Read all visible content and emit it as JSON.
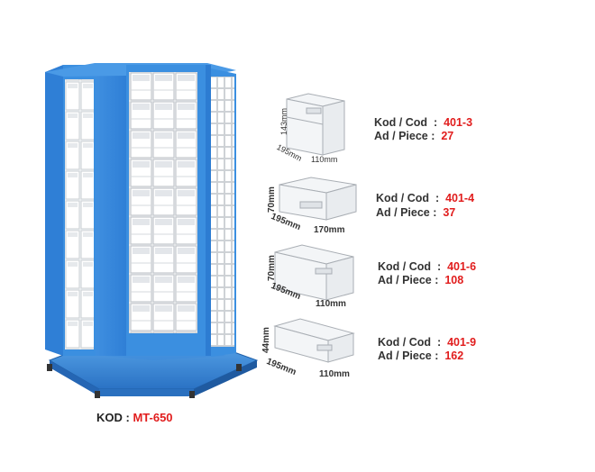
{
  "product": {
    "model_label": "KOD :",
    "model_code": "MT-650",
    "colors": {
      "cabinet_blue": "#3b8fe0",
      "cabinet_dark": "#2a6fc0",
      "accent_red": "#e11d1d"
    }
  },
  "drawers": [
    {
      "code_label": "Kod / Cod",
      "code": "401-3",
      "piece_label": "Ad / Piece",
      "piece": "27",
      "dims": {
        "height": "143mm",
        "depth": "195mm",
        "width": "110mm"
      }
    },
    {
      "code_label": "Kod / Cod",
      "code": "401-4",
      "piece_label": "Ad / Piece",
      "piece": "37",
      "dims": {
        "height": "70mm",
        "depth": "195mm",
        "width": "170mm"
      }
    },
    {
      "code_label": "Kod / Cod",
      "code": "401-6",
      "piece_label": "Ad / Piece",
      "piece": "108",
      "dims": {
        "height": "70mm",
        "depth": "195mm",
        "width": "110mm"
      }
    },
    {
      "code_label": "Kod / Cod",
      "code": "401-9",
      "piece_label": "Ad / Piece",
      "piece": "162",
      "dims": {
        "height": "44mm",
        "depth": "195mm",
        "width": "110mm"
      }
    }
  ]
}
